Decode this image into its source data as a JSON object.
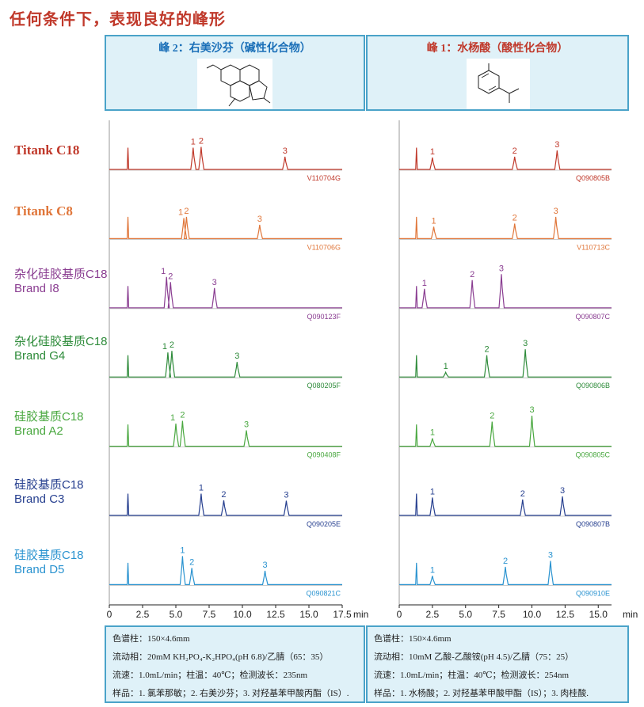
{
  "title": "任何条件下，表现良好的峰形",
  "headers": {
    "left": "峰 2：右美沙芬（碱性化合物）",
    "right": "峰 1：水杨酸（酸性化合物）"
  },
  "rows": [
    {
      "line1": "Titank C18",
      "line2": "",
      "color": "#c0392b",
      "left_id": "V110704G",
      "right_id": "Q090805B"
    },
    {
      "line1": "Titank C8",
      "line2": "",
      "color": "#e0763a",
      "left_id": "V110706G",
      "right_id": "V110713C"
    },
    {
      "line1": "杂化硅胶基质C18",
      "line2": "Brand I8",
      "color": "#8a3d91",
      "left_id": "Q090123F",
      "right_id": "Q090807C"
    },
    {
      "line1": "杂化硅胶基质C18",
      "line2": "Brand G4",
      "color": "#2e8b3a",
      "left_id": "Q080205F",
      "right_id": "Q090806B"
    },
    {
      "line1": "硅胶基质C18",
      "line2": "Brand A2",
      "color": "#4aa840",
      "left_id": "Q090408F",
      "right_id": "Q090805C"
    },
    {
      "line1": "硅胶基质C18",
      "line2": "Brand C3",
      "color": "#263f8f",
      "left_id": "Q090205E",
      "right_id": "Q090807B"
    },
    {
      "line1": "硅胶基质C18",
      "line2": "Brand D5",
      "color": "#2a93d0",
      "left_id": "Q090821C",
      "right_id": "Q090910E"
    }
  ],
  "footer": {
    "left": [
      "色谱柱：150×4.6mm",
      "流动相：20mM KH₂PO₄-K₂HPO₄(pH 6.8)/乙腈（65：35）",
      "流速：1.0mL/min；柱温：40℃；检测波长：235nm",
      "样品：1. 氯苯那敏；2. 右美沙芬；3. 对羟基苯甲酸丙酯（IS）."
    ],
    "right": [
      "色谱柱：150×4.6mm",
      "流动相：10mM 乙酸-乙酸铵(pH 4.5)/乙腈（75：25）",
      "流速：1.0mL/min；柱温：40℃；检测波长：254nm",
      "样品：1. 水杨酸；2. 对羟基苯甲酸甲酯（IS）；3. 肉桂酸."
    ]
  },
  "chart_data": [
    {
      "type": "line",
      "title": "峰 2：右美沙芬（碱性化合物）",
      "xlabel": "min",
      "xlim": [
        0,
        17.5
      ],
      "xticks": [
        "0",
        "2.5",
        "5.0",
        "7.5",
        "10.0",
        "12.5",
        "15.0",
        "17.5"
      ],
      "series": [
        {
          "name": "Titank C18",
          "peaks": [
            {
              "label": "1",
              "x": 6.3,
              "h": 0.55
            },
            {
              "label": "2",
              "x": 6.9,
              "h": 0.57
            },
            {
              "label": "3",
              "x": 13.2,
              "h": 0.32
            }
          ]
        },
        {
          "name": "Titank C8",
          "peaks": [
            {
              "label": "1",
              "x": 5.6,
              "h": 0.52
            },
            {
              "label": "2",
              "x": 5.8,
              "h": 0.55
            },
            {
              "label": "3",
              "x": 11.3,
              "h": 0.35
            }
          ]
        },
        {
          "name": "Brand I8",
          "peaks": [
            {
              "label": "1",
              "x": 4.3,
              "h": 0.78
            },
            {
              "label": "2",
              "x": 4.6,
              "h": 0.65
            },
            {
              "label": "3",
              "x": 7.9,
              "h": 0.5
            }
          ]
        },
        {
          "name": "Brand G4",
          "peaks": [
            {
              "label": "1",
              "x": 4.4,
              "h": 0.62
            },
            {
              "label": "2",
              "x": 4.7,
              "h": 0.66
            },
            {
              "label": "3",
              "x": 9.6,
              "h": 0.38
            }
          ]
        },
        {
          "name": "Brand A2",
          "peaks": [
            {
              "label": "1",
              "x": 5.0,
              "h": 0.57
            },
            {
              "label": "2",
              "x": 5.5,
              "h": 0.64
            },
            {
              "label": "3",
              "x": 10.3,
              "h": 0.4
            }
          ]
        },
        {
          "name": "Brand C3",
          "peaks": [
            {
              "label": "1",
              "x": 6.9,
              "h": 0.55
            },
            {
              "label": "2",
              "x": 8.6,
              "h": 0.38
            },
            {
              "label": "3",
              "x": 13.3,
              "h": 0.37
            }
          ]
        },
        {
          "name": "Brand D5",
          "peaks": [
            {
              "label": "1",
              "x": 5.5,
              "h": 0.72
            },
            {
              "label": "2",
              "x": 6.2,
              "h": 0.42
            },
            {
              "label": "3",
              "x": 11.7,
              "h": 0.35
            }
          ]
        }
      ]
    },
    {
      "type": "line",
      "title": "峰 1：水杨酸（酸性化合物）",
      "xlabel": "min",
      "xlim": [
        0,
        16
      ],
      "xticks": [
        "0",
        "2.5",
        "5.0",
        "7.5",
        "10.0",
        "12.5",
        "15.0"
      ],
      "series": [
        {
          "name": "Titank C18",
          "peaks": [
            {
              "label": "1",
              "x": 2.5,
              "h": 0.3
            },
            {
              "label": "2",
              "x": 8.7,
              "h": 0.32
            },
            {
              "label": "3",
              "x": 11.9,
              "h": 0.48
            }
          ]
        },
        {
          "name": "Titank C8",
          "peaks": [
            {
              "label": "1",
              "x": 2.6,
              "h": 0.3
            },
            {
              "label": "2",
              "x": 8.7,
              "h": 0.38
            },
            {
              "label": "3",
              "x": 11.8,
              "h": 0.55
            }
          ]
        },
        {
          "name": "Brand I8",
          "peaks": [
            {
              "label": "1",
              "x": 1.9,
              "h": 0.48
            },
            {
              "label": "2",
              "x": 5.5,
              "h": 0.7
            },
            {
              "label": "3",
              "x": 7.7,
              "h": 0.85
            }
          ]
        },
        {
          "name": "Brand G4",
          "peaks": [
            {
              "label": "1",
              "x": 3.5,
              "h": 0.12
            },
            {
              "label": "2",
              "x": 6.6,
              "h": 0.55
            },
            {
              "label": "3",
              "x": 9.5,
              "h": 0.7
            }
          ]
        },
        {
          "name": "Brand A2",
          "peaks": [
            {
              "label": "1",
              "x": 2.5,
              "h": 0.2
            },
            {
              "label": "2",
              "x": 7.0,
              "h": 0.62
            },
            {
              "label": "3",
              "x": 10.0,
              "h": 0.77
            }
          ]
        },
        {
          "name": "Brand C3",
          "peaks": [
            {
              "label": "1",
              "x": 2.5,
              "h": 0.45
            },
            {
              "label": "2",
              "x": 9.3,
              "h": 0.4
            },
            {
              "label": "3",
              "x": 12.3,
              "h": 0.48
            }
          ]
        },
        {
          "name": "Brand D5",
          "peaks": [
            {
              "label": "1",
              "x": 2.5,
              "h": 0.22
            },
            {
              "label": "2",
              "x": 8.0,
              "h": 0.45
            },
            {
              "label": "3",
              "x": 11.4,
              "h": 0.6
            }
          ]
        }
      ]
    }
  ]
}
